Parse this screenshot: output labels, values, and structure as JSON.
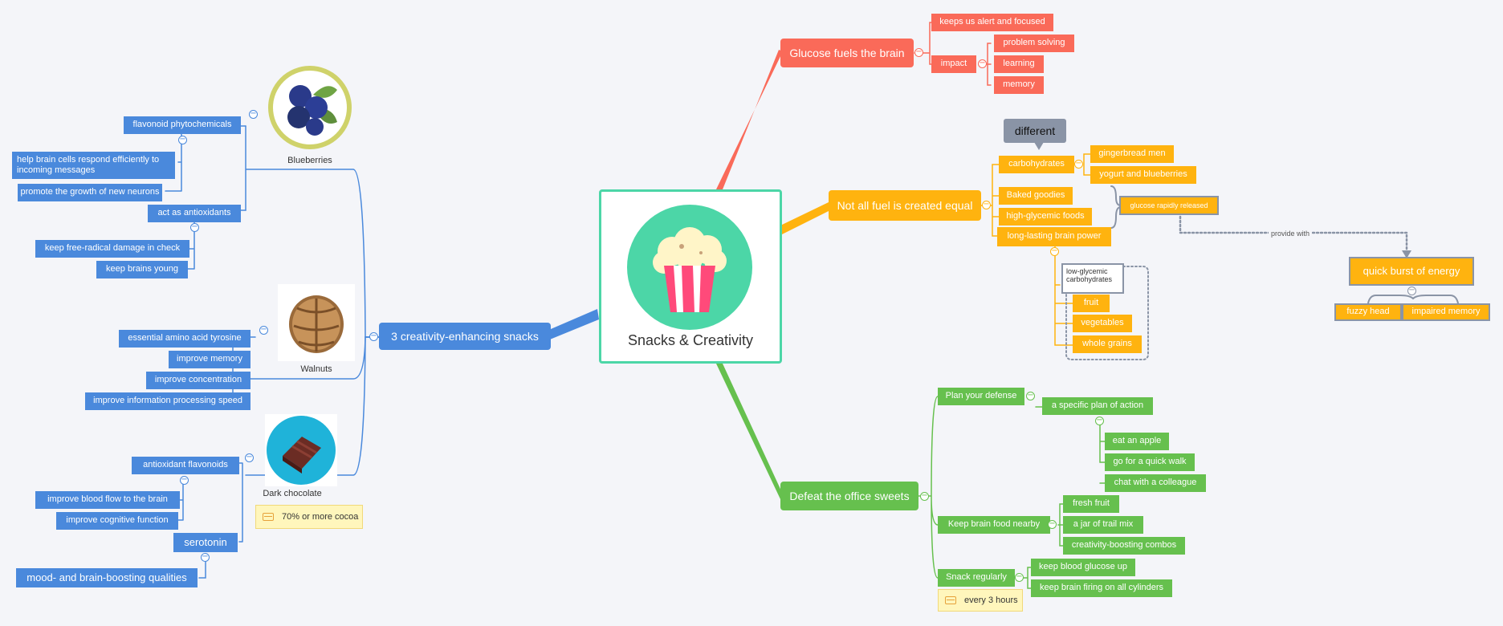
{
  "center": {
    "title": "Snacks & Creativity",
    "icon": "popcorn-icon"
  },
  "colors": {
    "snacks": "#4a89dc",
    "glucose": "#fa6a59",
    "fuel": "#ffb30f",
    "defeat": "#66c04e",
    "center_border": "#4cd6a7",
    "note": "#fff6bc"
  },
  "snacks": {
    "label": "3 creativity-enhancing snacks",
    "blueberries": {
      "caption": "Blueberries",
      "icon": "blueberries-icon",
      "flavonoid": "flavonoid phytochemicals",
      "help": "help brain cells respond efficiently to incoming messages",
      "promote": "promote the growth of new neurons",
      "antioxidants": "act as antioxidants",
      "freeradical": "keep free-radical damage in check",
      "young": "keep brains young"
    },
    "walnuts": {
      "caption": "Walnuts",
      "icon": "walnut-icon",
      "tyrosine": "essential amino acid tyrosine",
      "memory": "improve memory",
      "concentration": "improve concentration",
      "processing": "improve information processing speed"
    },
    "chocolate": {
      "caption": "Dark chocolate",
      "icon": "chocolate-icon",
      "note": "70% or more cocoa",
      "flavonoids": "antioxidant flavonoids",
      "bloodflow": "improve blood flow to the brain",
      "cognitive": "improve cognitive function",
      "serotonin": "serotonin",
      "mood": "mood- and brain-boosting qualities"
    }
  },
  "glucose": {
    "label": "Glucose fuels the brain",
    "alert": "keeps us alert and focused",
    "impact": "impact",
    "problem": "problem solving",
    "learning": "learning",
    "memory": "memory"
  },
  "fuel": {
    "label": "Not all fuel is created equal",
    "callout": "different",
    "carbs": "carbohydrates",
    "ginger": "gingerbread men",
    "yogurt": "yogurt and blueberries",
    "baked": "Baked goodies",
    "highgly": "high-glycemic foods",
    "longlasting": "long-lasting brain power",
    "rapid": "glucose rapidly released",
    "relation": "provide with",
    "burst": "quick burst of energy",
    "fuzzy": "fuzzy head",
    "impaired": "impaired memory",
    "lowgly": "low-glycemic carbohydrates",
    "fruit": "fruit",
    "veg": "vegetables",
    "grains": "whole grains"
  },
  "defeat": {
    "label": "Defeat the office sweets",
    "plan": "Plan your defense",
    "specific": "a specific plan of action",
    "apple": "eat an apple",
    "walk": "go for a quick walk",
    "chat": "chat with a colleague",
    "keepfood": "Keep brain food nearby",
    "freshfruit": "fresh fruit",
    "trailmix": "a jar of trail mix",
    "combos": "creativity-boosting combos",
    "regularly": "Snack regularly",
    "bloodglucose": "keep blood glucose up",
    "firing": "keep brain firing on all cylinders",
    "every": "every 3 hours"
  }
}
